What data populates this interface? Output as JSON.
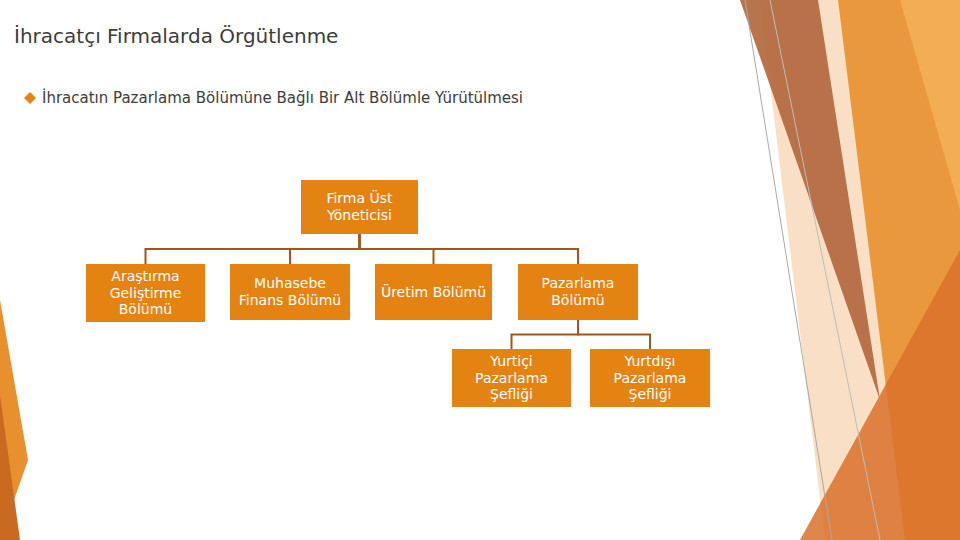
{
  "diagram": {
    "title": "İhracatçı Firmalarda Örgütlenme",
    "nodes": [
      {
        "text": [
          "Firma Üst Yöneticisi"
        ]
      },
      {
        "text": [
          "Araştırma Geliştirme Bölümü"
        ]
      },
      {
        "text": [
          "Muhasebe Finans Bölümü"
        ]
      },
      {
        "text": [
          "Üretim Bölümü"
        ]
      },
      {
        "text": [
          "Pazarlama Bölümü"
        ]
      },
      {
        "text": [
          "Yurtiçi Pazarlama Şefliği"
        ]
      },
      {
        "text": [
          "Yurtdışı Pazarlama Şefliği"
        ]
      }
    ],
    "edges": [
      {
        "from": 0,
        "to": 1,
        "arrow": "none"
      },
      {
        "from": 0,
        "to": 2,
        "arrow": "none"
      },
      {
        "from": 0,
        "to": 3,
        "arrow": "none"
      },
      {
        "from": 0,
        "to": 4,
        "arrow": "none"
      },
      {
        "from": 4,
        "to": 5,
        "arrow": "none"
      },
      {
        "from": 4,
        "to": 6,
        "arrow": "none"
      }
    ],
    "labels": [
      "İhracatın Pazarlama Bölümüne Bağlı Bir Alt Bölümle Yürütülmesi"
    ]
  }
}
